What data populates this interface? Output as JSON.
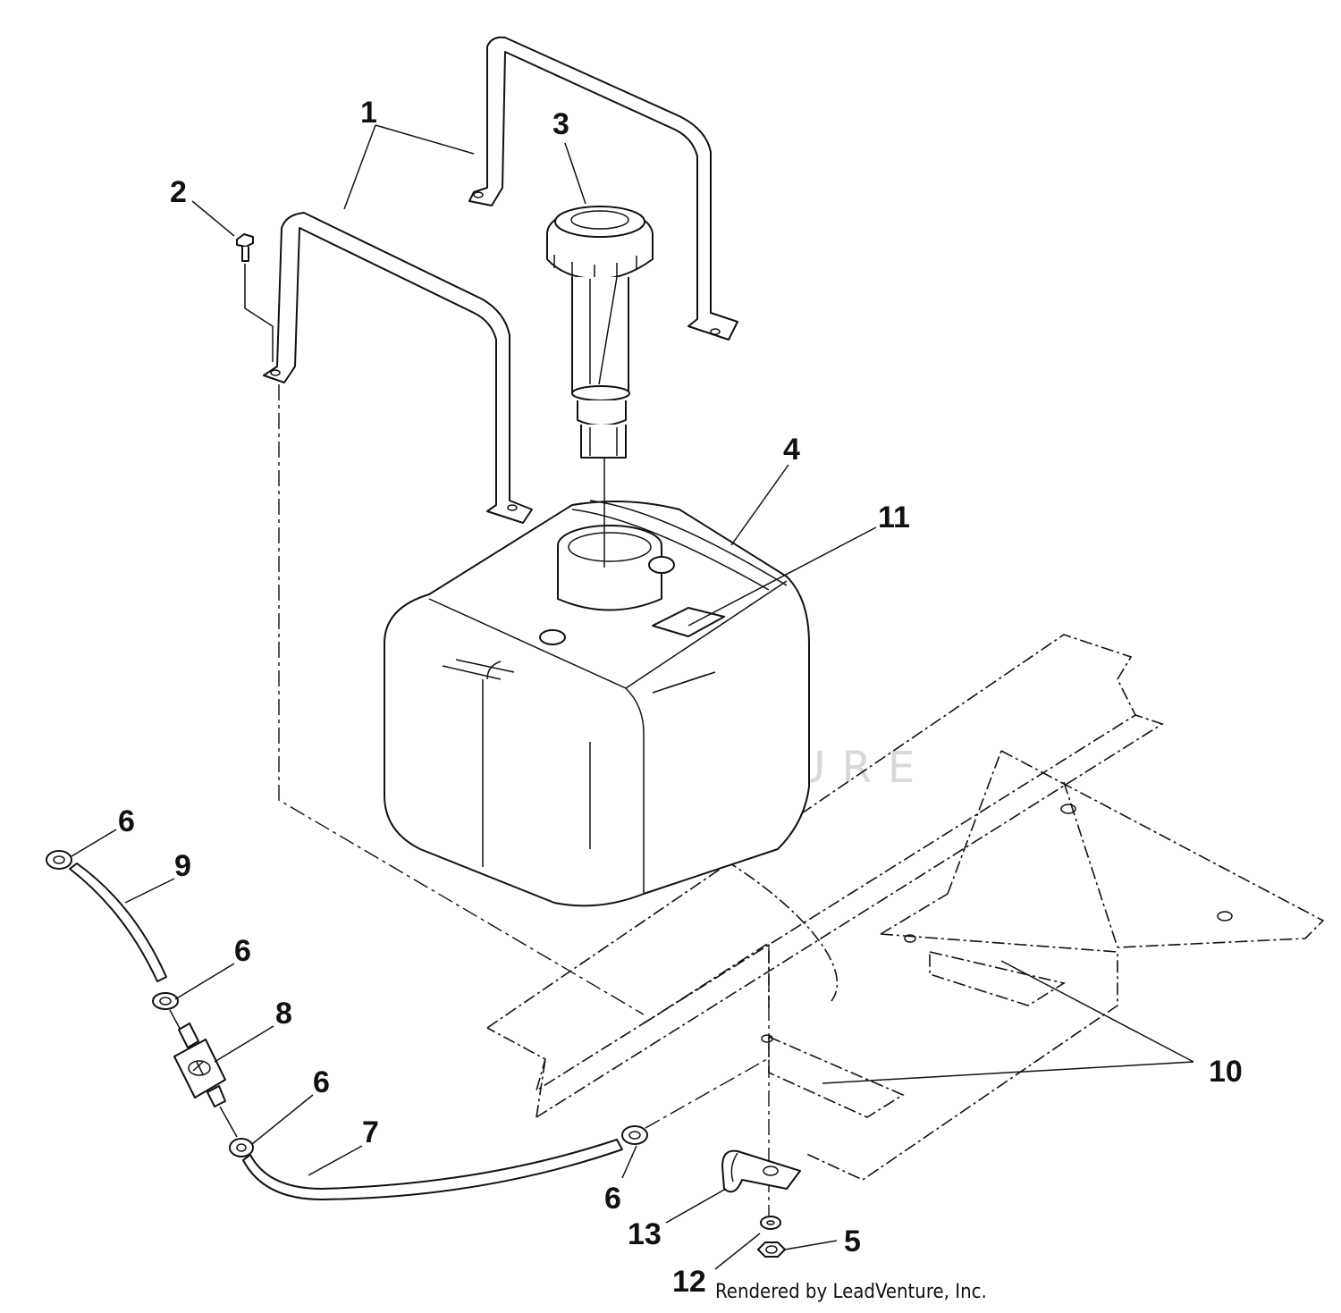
{
  "diagram": {
    "callouts": [
      {
        "id": "c1",
        "label": "1"
      },
      {
        "id": "c2",
        "label": "2"
      },
      {
        "id": "c3",
        "label": "3"
      },
      {
        "id": "c4",
        "label": "4"
      },
      {
        "id": "c11",
        "label": "11"
      },
      {
        "id": "c6a",
        "label": "6"
      },
      {
        "id": "c9",
        "label": "9"
      },
      {
        "id": "c6b",
        "label": "6"
      },
      {
        "id": "c8",
        "label": "8"
      },
      {
        "id": "c6c",
        "label": "6"
      },
      {
        "id": "c7",
        "label": "7"
      },
      {
        "id": "c10",
        "label": "10"
      },
      {
        "id": "c6d",
        "label": "6"
      },
      {
        "id": "c13",
        "label": "13"
      },
      {
        "id": "c5",
        "label": "5"
      },
      {
        "id": "c12",
        "label": "12"
      }
    ],
    "credit": "Rendered by LeadVenture, Inc.",
    "watermark": "LEADVENTURE"
  },
  "colors": {
    "ink": "#111111",
    "background": "#ffffff",
    "watermark": "#d8d8d8"
  }
}
